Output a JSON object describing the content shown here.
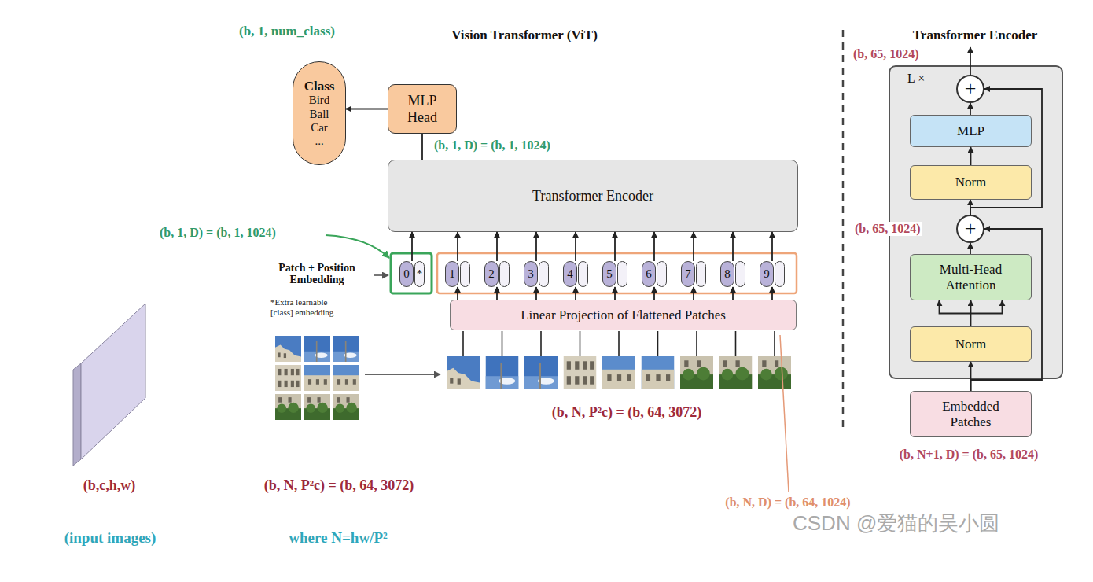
{
  "diagram": {
    "title": "Vision Transformer (ViT)",
    "nodes": [
      {
        "text": [
          "Class",
          "Bird Ball Car ..."
        ]
      },
      {
        "text": [
          "MLP Head"
        ]
      },
      {
        "text": [
          "Transformer Encoder"
        ]
      },
      {
        "text": [
          "0",
          "*"
        ]
      },
      {
        "text": [
          "1"
        ]
      },
      {
        "text": [
          "2"
        ]
      },
      {
        "text": [
          "3"
        ]
      },
      {
        "text": [
          "4"
        ]
      },
      {
        "text": [
          "5"
        ]
      },
      {
        "text": [
          "6"
        ]
      },
      {
        "text": [
          "7"
        ]
      },
      {
        "text": [
          "8"
        ]
      },
      {
        "text": [
          "9"
        ]
      },
      {
        "text": [
          "Linear Projection of Flattened Patches"
        ]
      },
      {
        "text": [
          "L ×"
        ]
      },
      {
        "text": [
          "+"
        ],
        "in": 14
      },
      {
        "text": [
          "MLP"
        ],
        "in": 14
      },
      {
        "text": [
          "Norm"
        ],
        "in": 14
      },
      {
        "text": [
          "+"
        ],
        "in": 14
      },
      {
        "text": [
          "Multi-Head Attention"
        ],
        "in": 14
      },
      {
        "text": [
          "Norm"
        ],
        "in": 14
      },
      {
        "text": [
          "Embedded Patches"
        ]
      }
    ],
    "edges": [
      {
        "from": 2,
        "to": 1,
        "arrow": "none"
      },
      {
        "from": 1,
        "to": 0,
        "arrow": "to"
      },
      {
        "from": 3,
        "to": 2,
        "arrow": "to"
      },
      {
        "from": 4,
        "to": 2,
        "arrow": "to"
      },
      {
        "from": 5,
        "to": 2,
        "arrow": "to"
      },
      {
        "from": 6,
        "to": 2,
        "arrow": "to"
      },
      {
        "from": 7,
        "to": 2,
        "arrow": "to"
      },
      {
        "from": 8,
        "to": 2,
        "arrow": "to"
      },
      {
        "from": 9,
        "to": 2,
        "arrow": "to"
      },
      {
        "from": 10,
        "to": 2,
        "arrow": "to"
      },
      {
        "from": 11,
        "to": 2,
        "arrow": "to"
      },
      {
        "from": 12,
        "to": 2,
        "arrow": "to"
      },
      {
        "from": 13,
        "to": 4,
        "arrow": "to"
      },
      {
        "from": 13,
        "to": 5,
        "arrow": "to"
      },
      {
        "from": 13,
        "to": 6,
        "arrow": "to"
      },
      {
        "from": 13,
        "to": 7,
        "arrow": "to"
      },
      {
        "from": 13,
        "to": 8,
        "arrow": "to"
      },
      {
        "from": 13,
        "to": 9,
        "arrow": "to"
      },
      {
        "from": 13,
        "to": 10,
        "arrow": "to"
      },
      {
        "from": 13,
        "to": 11,
        "arrow": "to"
      },
      {
        "from": 13,
        "to": 12,
        "arrow": "to"
      },
      {
        "from": 21,
        "to": 20,
        "arrow": "to"
      },
      {
        "from": 21,
        "to": 18,
        "arrow": "to"
      },
      {
        "from": 20,
        "to": 19,
        "arrow": "to"
      },
      {
        "from": 19,
        "to": 18,
        "arrow": "to"
      },
      {
        "from": 18,
        "to": 17,
        "arrow": "to"
      },
      {
        "from": 18,
        "to": 15,
        "arrow": "to"
      },
      {
        "from": 17,
        "to": 16,
        "arrow": "to"
      },
      {
        "from": 16,
        "to": 15,
        "arrow": "to"
      }
    ],
    "labels": [
      "(b, 1, num_class)",
      "(b, 1, D) = (b, 1, 1024)",
      "(b, 1, D) = (b, 1, 1024)",
      "Patch + Position Embedding",
      "*Extra learnable [class] embedding",
      "(b, N, P²c) = (b, 64, 3072)",
      "(b,c,h,w)",
      "(b, N, P²c) = (b, 64, 3072)",
      "(input images)",
      "where N=hw/P²",
      "(b, N, D) = (b, 64, 1024)",
      "CSDN @爱猫的吴小圆",
      "Transformer Encoder",
      "(b, 65, 1024)",
      "(b, 65, 1024)",
      "(b, N+1, D) = (b, 65, 1024)"
    ]
  }
}
